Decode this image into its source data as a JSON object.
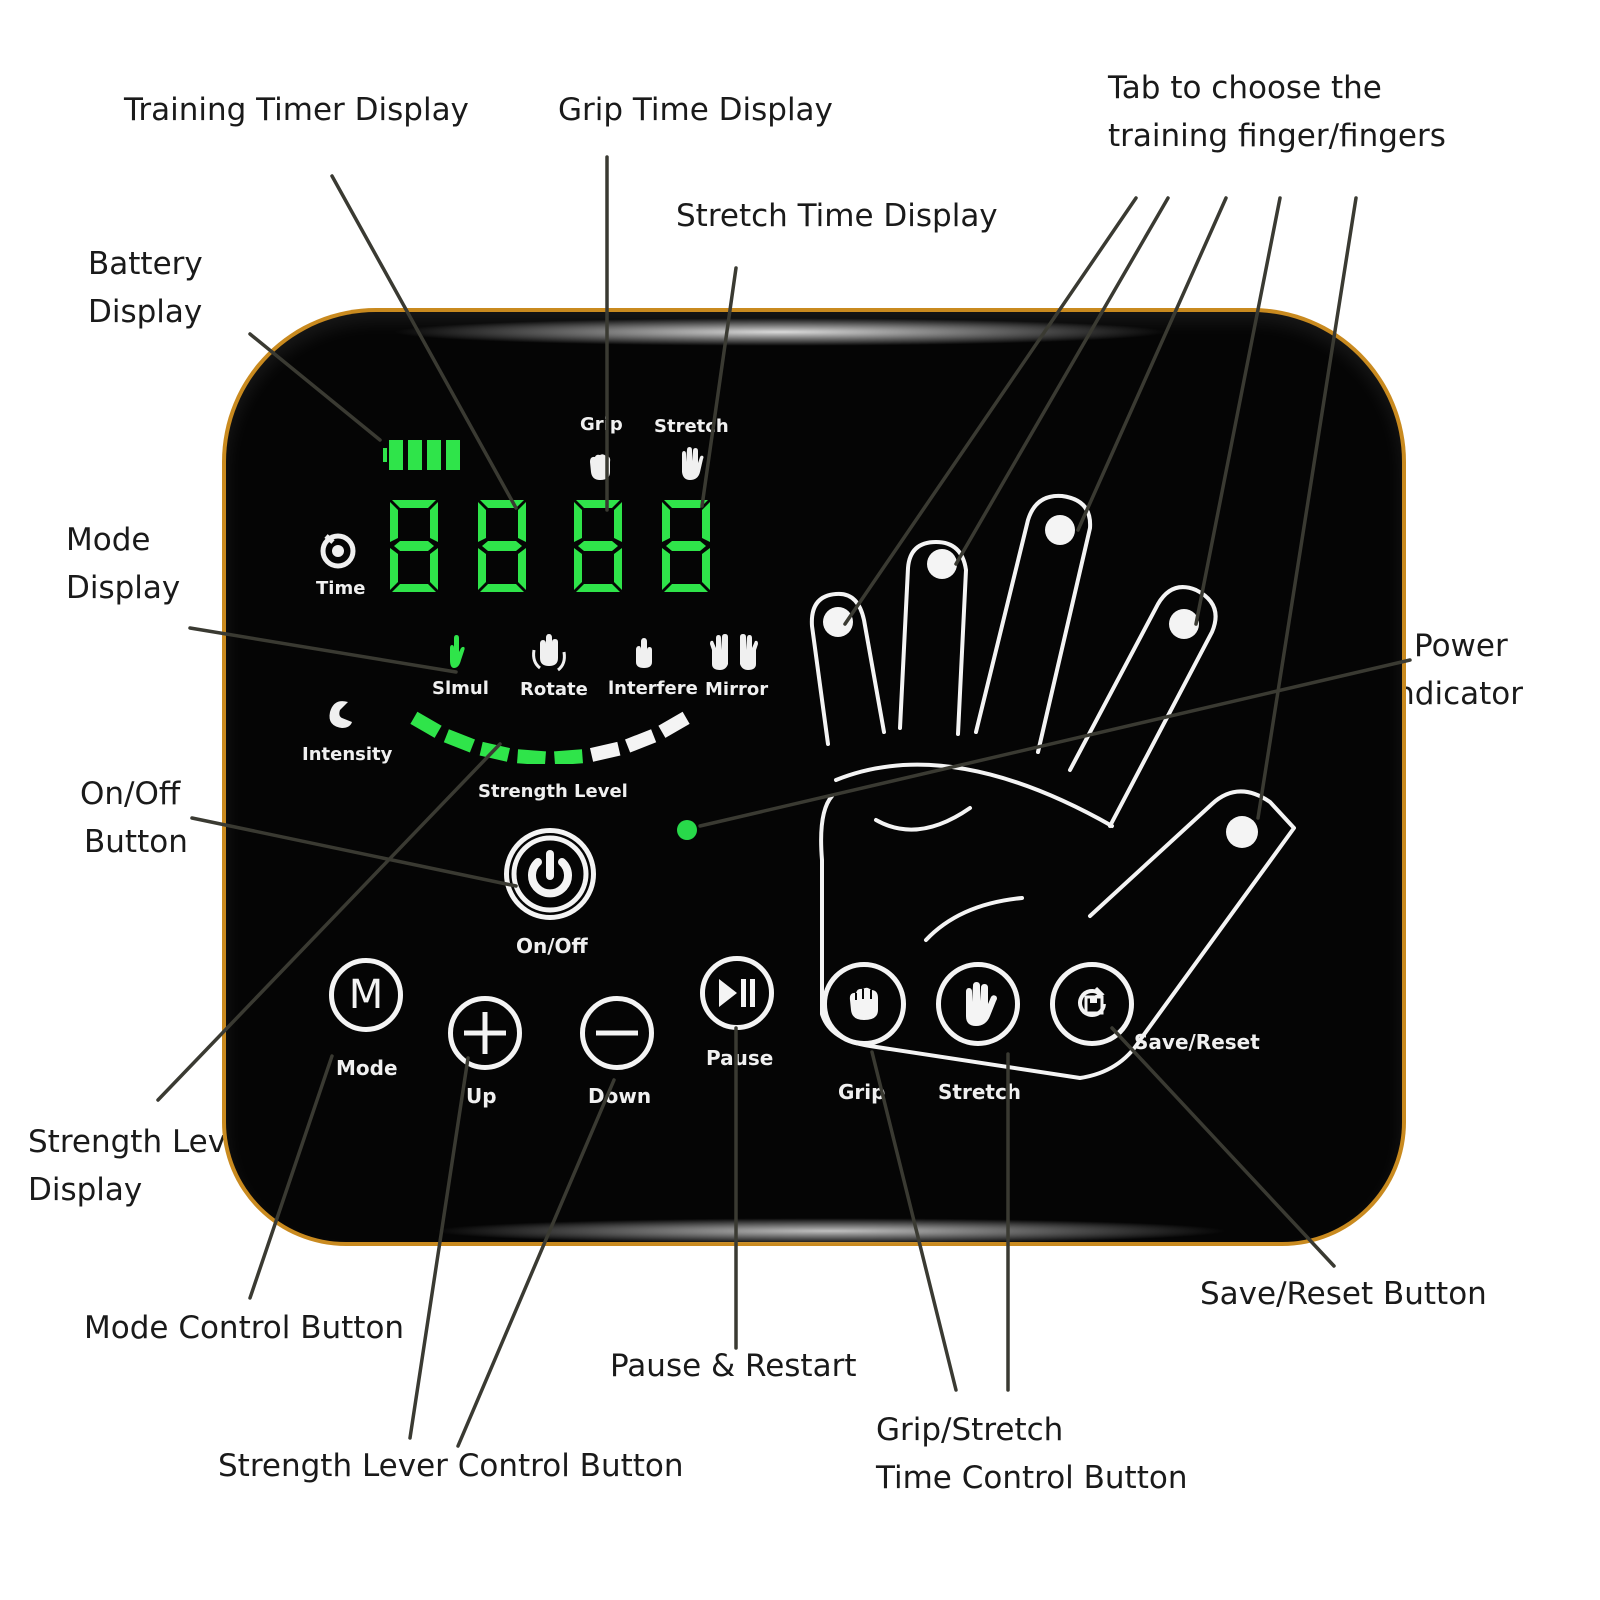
{
  "callouts": {
    "training_timer": "Training Timer Display",
    "grip_time": "Grip Time Display",
    "tab_choose_line1": "Tab to choose the",
    "tab_choose_line2": "training finger/fingers",
    "stretch_time": "Stretch Time Display",
    "battery_line1": "Battery",
    "battery_line2": "Display",
    "mode_display_line1": "Mode",
    "mode_display_line2": "Display",
    "power_indicator_line1": "Power",
    "power_indicator_line2": "Indicator",
    "onoff_line1": "On/Off",
    "onoff_line2": "Button",
    "strength_display_line1": "Strength Level",
    "strength_display_line2": "Display",
    "save_reset_button": "Save/Reset Button",
    "mode_control_button": "Mode Control Button",
    "pause_restart": "Pause & Restart",
    "grip_stretch_line1": "Grip/Stretch",
    "grip_stretch_line2": "Time Control Button",
    "strength_lever_control": "Strength Lever Control Button"
  },
  "device": {
    "header_grip": "Grip",
    "header_stretch": "Stretch",
    "time_label": "Time",
    "intensity_label": "Intensity",
    "strength_level_label": "Strength Level",
    "onoff_label": "On/Off",
    "mode_label": "Mode",
    "up_label": "Up",
    "down_label": "Down",
    "pause_label": "Pause",
    "grip_label": "Grip",
    "stretch_label": "Stretch",
    "save_reset_label": "Save/Reset",
    "m_glyph": "M",
    "digits": [
      "8",
      "8",
      "8",
      "8"
    ],
    "modes": [
      {
        "label": "Slmul",
        "icon": "hand-icon",
        "active": true
      },
      {
        "label": "Rotate",
        "icon": "rotating-hand-icon",
        "active": false
      },
      {
        "label": "lnterfere",
        "icon": "hand-icon",
        "active": false
      },
      {
        "label": "Mirror",
        "icon": "two-hands-icon",
        "active": false
      }
    ],
    "battery_bars": 4,
    "strength_segments_total": 8,
    "strength_segments_lit": 5
  },
  "colors": {
    "lcd_green": "#2fe44a",
    "device_body": "#050505",
    "device_rim": "#c98a1f",
    "power_indicator": "#28d94a",
    "unlit_segment": "#f4f4f4"
  }
}
